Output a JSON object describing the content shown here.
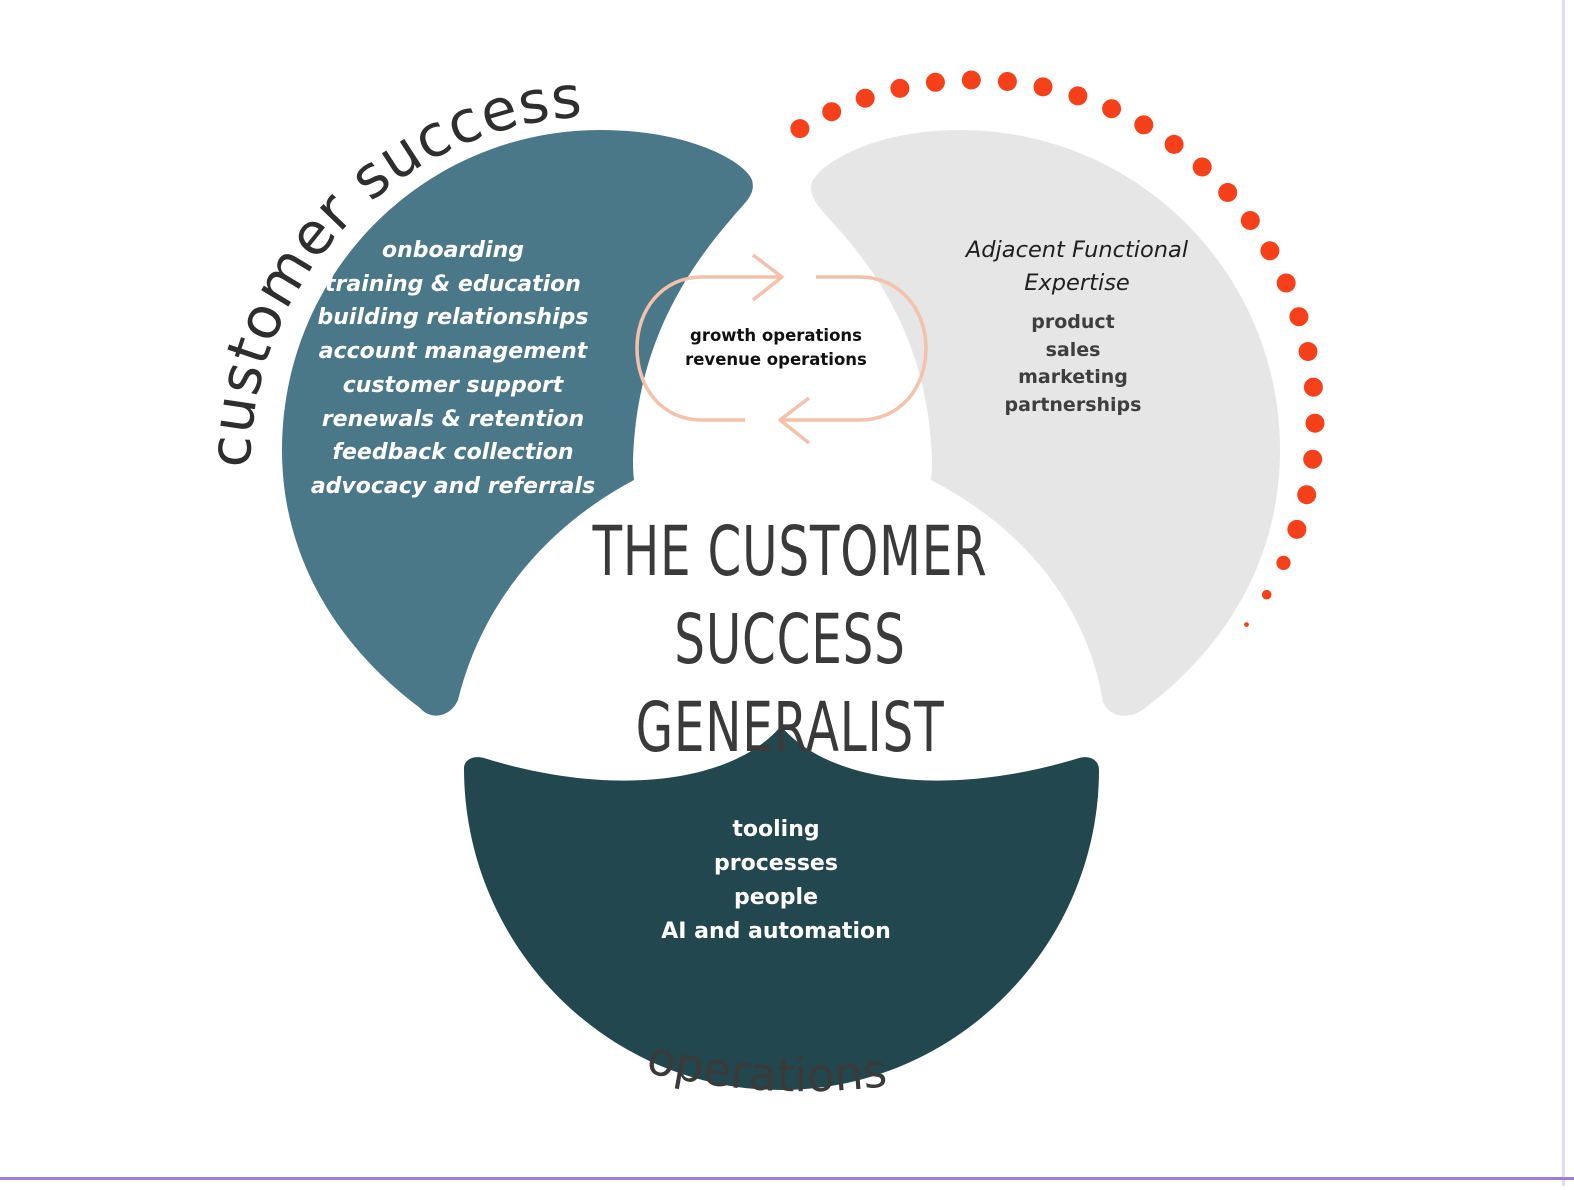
{
  "diagram": {
    "title_line_1": "THE CUSTOMER",
    "title_line_2": "SUCCESS GENERALIST",
    "arc_labels": {
      "customer_success": "customer success",
      "operations": "operations"
    },
    "customer_success": {
      "items": [
        "onboarding",
        "training & education",
        "building relationships",
        "account management",
        "customer support",
        "renewals & retention",
        "feedback collection",
        "advocacy and referrals"
      ]
    },
    "adjacent": {
      "title_line_1": "Adjacent Functional",
      "title_line_2": "Expertise",
      "items": [
        "product",
        "sales",
        "marketing",
        "partnerships"
      ]
    },
    "cycle": {
      "line_1": "growth operations",
      "line_2": "revenue operations"
    },
    "operations": {
      "items": [
        "tooling",
        "processes",
        "people",
        "AI and automation"
      ]
    },
    "colors": {
      "customer_success_petal": "#4a7889",
      "adjacent_petal": "#e6e6e6",
      "operations_petal": "#23474e",
      "dots": "#f5401a",
      "cycle_arrows": "#f4c1aa",
      "frame_edge": "#9b7fd6"
    }
  }
}
